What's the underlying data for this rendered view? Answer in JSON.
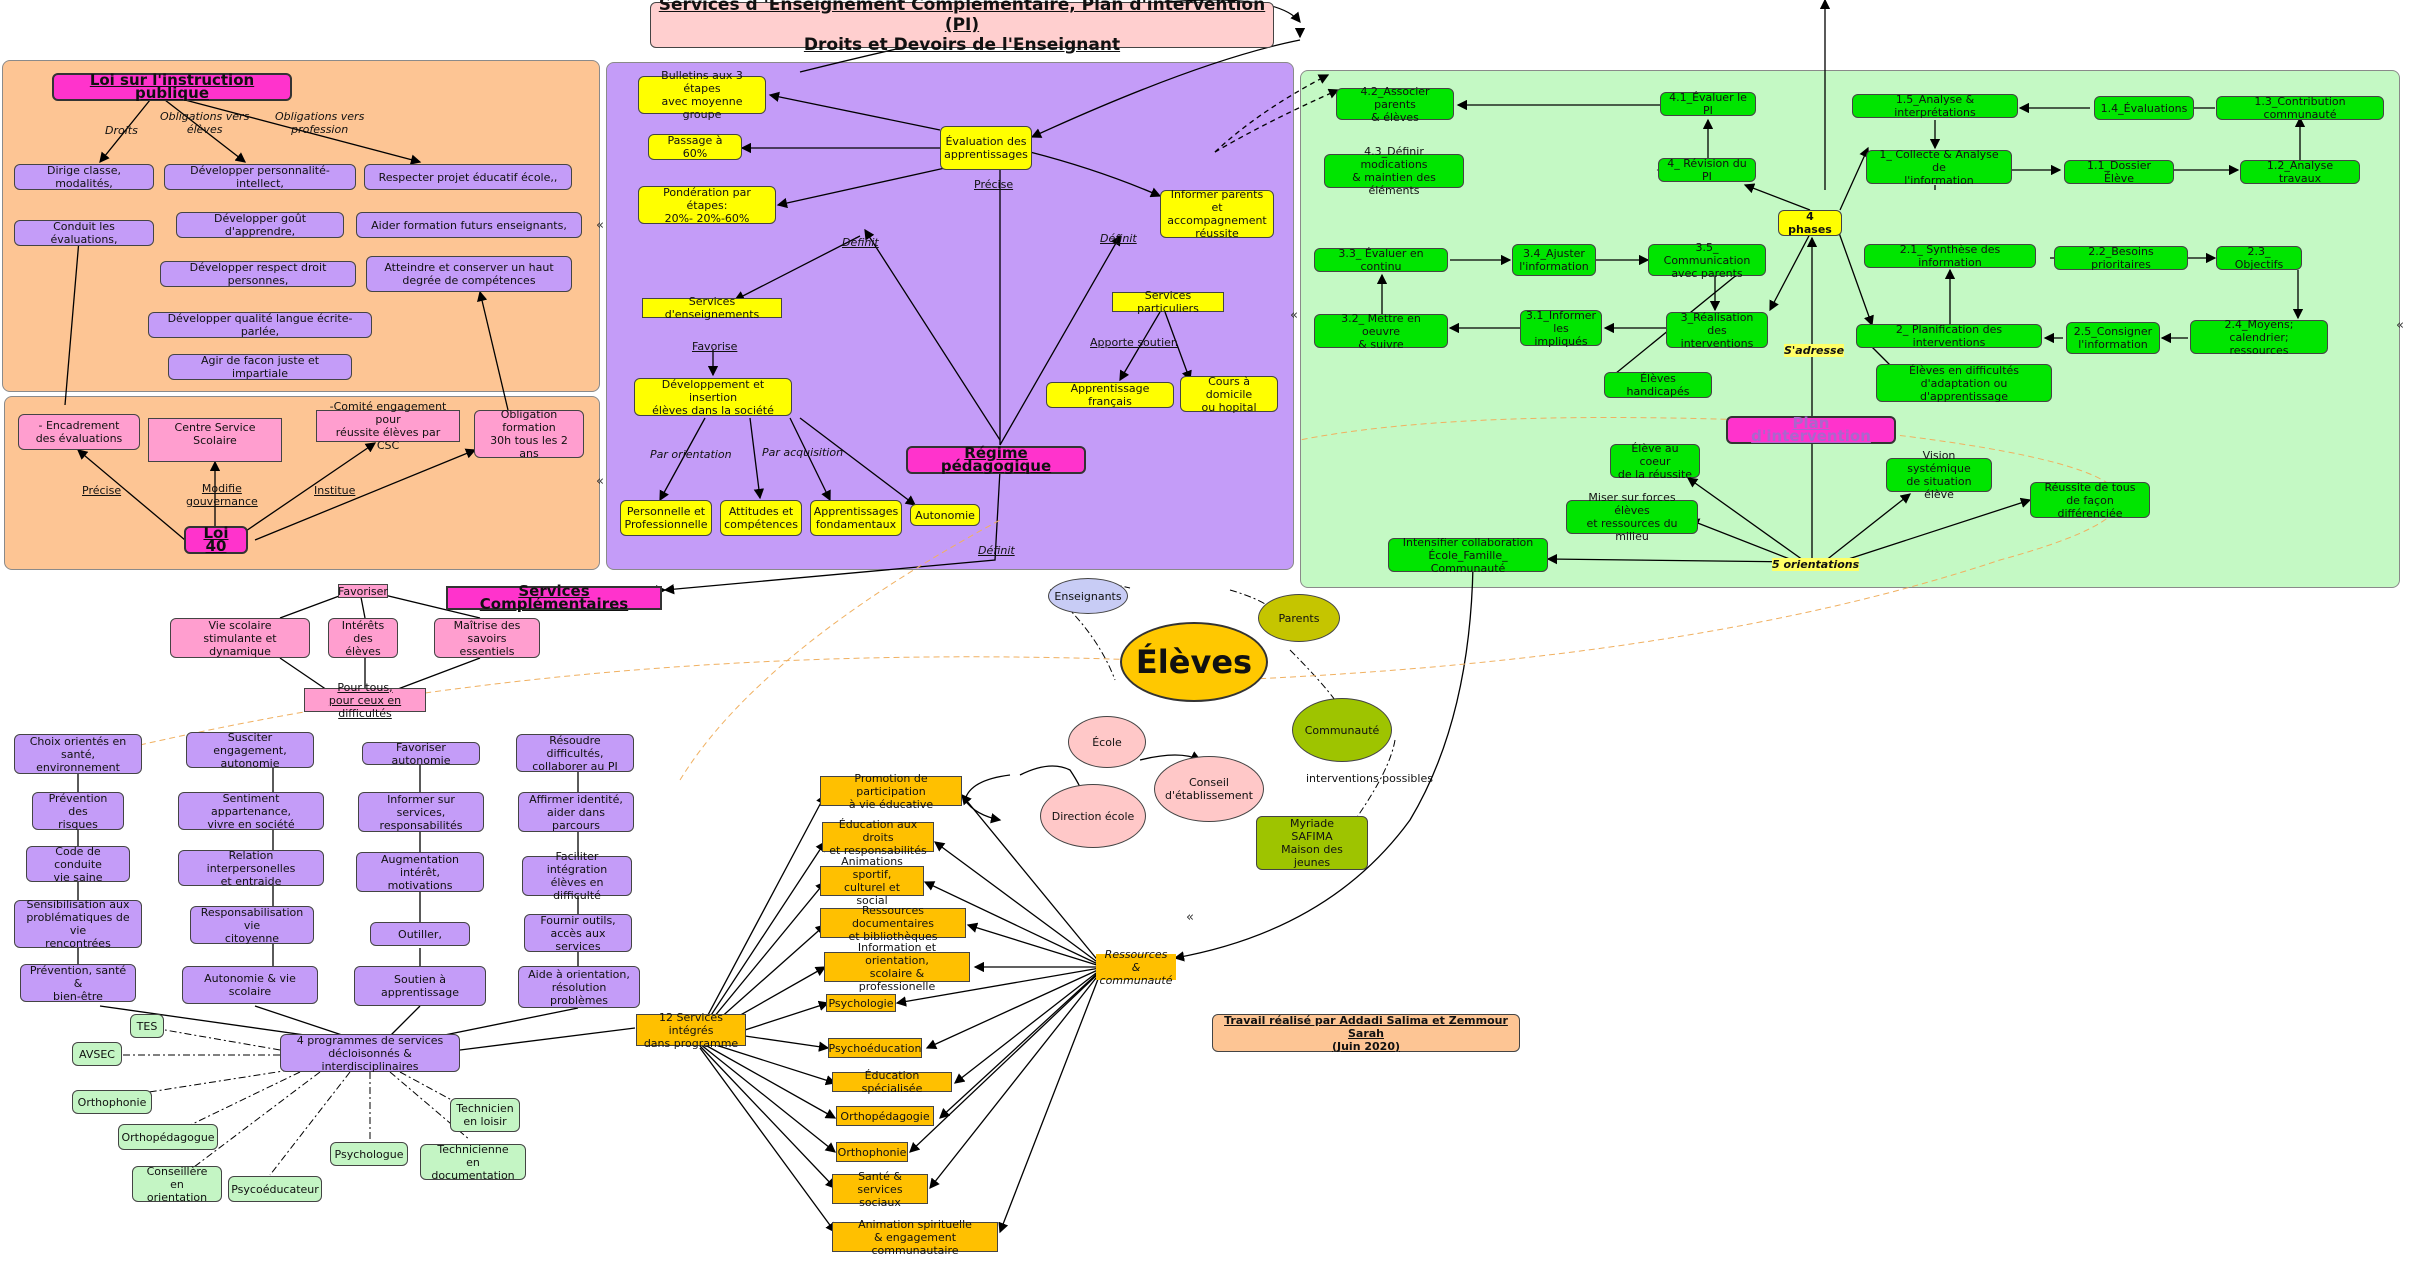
{
  "title": {
    "line1": "Services d 'Enseignement Complémentaire, Plan d'intervention (PI)",
    "line2": "Droits et Devoirs de l'Enseignant"
  },
  "loi_ip": {
    "heading": "Loi sur l'instruction publique",
    "edge_droits": "Droits",
    "edge_eleves": "Obligations vers\nélèves",
    "edge_profession": "Obligations vers\nprofession",
    "droits": [
      "Dirige classe, modalités,",
      "Conduit les évaluations,"
    ],
    "eleves": [
      "Développer personnalité- intellect,",
      "Développer goût d'apprendre,",
      "Développer respect droit personnes,",
      "Développer qualité langue écrite- parlée,",
      "Agir de facon juste et impartiale"
    ],
    "profession": [
      "Respecter projet éducatif école,,",
      "Aider formation futurs enseignants,",
      "Atteindre et conserver un haut\ndegrée de compétences"
    ]
  },
  "loi40": {
    "heading": "Loi 40",
    "edge_precise": "Précise",
    "edge_modifie": "Modifie\ngouvernance",
    "edge_institue": "Institue",
    "items": [
      "- Encadrement\ndes évaluations",
      "Centre Service Scolaire",
      "-Comité engagement pour\nréussite élèves par CSC",
      "Obligation\nformation\n30h tous les 2 ans"
    ]
  },
  "regime": {
    "heading": "Régime pédagogique",
    "eval": "Évaluation des\napprentissages",
    "bulletins": "Bulletins aux 3 étapes\navec moyenne groupe",
    "passage": "Passage à 60%",
    "ponderation": "Pondération par étapes:\n20%- 20%-60%",
    "informer": "Informer parents et\naccompagnement\nréussite",
    "precise": "Précise",
    "definit1": "Définit",
    "definit2": "Définit",
    "definit3": "Définit",
    "services_ens": "Services d'enseignements",
    "favorise": "Favorise",
    "developpement": "Développement et insertion\nélèves dans la société",
    "par_orientation": "Par orientation",
    "par_acquisition": "Par acquisition",
    "perso": "Personnelle et\nProfessionnelle",
    "attitudes": "Attitudes et\ncompétences",
    "apprentissages_fond": "Apprentissages\nfondamentaux",
    "autonomie": "Autonomie",
    "services_part": "Services particuliers",
    "apporte": "Apporte soutien",
    "app_francais": "Apprentissage français",
    "cours_domicile": "Cours à domicile\nou hopital"
  },
  "pi": {
    "heading": "Plan d'intervention",
    "phases": "4 phases",
    "sadresse": "S'adresse",
    "orientations": "5 orientations",
    "p1": "1_ Collecte & Analyse de\nl'information",
    "p11": "1.1_Dossier Élève",
    "p12": "1.2_Analyse travaux",
    "p13": "1.3_Contribution communauté",
    "p14": "1.4_Évaluations",
    "p15": "1.5_Analyse & interprétations",
    "p2": "2_ Planification des interventions",
    "p21": "2.1_ Synthèse des information",
    "p22": "2.2_Besoins prioritaires",
    "p23": "2.3_ Objectifs",
    "p24": "2.4_Moyens; calendrier;\nressources",
    "p25": "2.5_Consigner\nl'information",
    "p3": "3_Réalisation des\ninterventions",
    "p31": "3.1_Informer\nles impliqués",
    "p32": "3.2_ Mettre en oeuvre\n& suivre",
    "p33": "3.3_ Évaluer en continu",
    "p34": "3.4_Ajuster\nl'information",
    "p35": "3.5_ Communication\navec parents",
    "p4": "4_ Révision du PI",
    "p41": "4.1_Évaluer le PI",
    "p42": "4.2_Associer parents\n& élèves",
    "p43": "4.3_Définir modications\n& maintien des éléments",
    "handicapes": "Élèves handicapés",
    "difficultes": "Élèves en difficultés\nd'adaptation ou d'apprentissage",
    "o1": "Élève au coeur\nde la réussite",
    "o2": "Miser sur forces élèves\net ressources du milieu",
    "o3": "Intensifier collaboration\nÉcole_Famille_ Communauté",
    "o4": "Vision systémique\nde situation élève",
    "o5": "Réussite de tous\nde façon différenciée"
  },
  "center": {
    "eleves": "Élèves",
    "enseignants": "Enseignants",
    "parents": "Parents",
    "ecole": "École",
    "conseil": "Conseil\nd'établissement",
    "direction": "Direction école",
    "communaute": "Communauté",
    "interventions": "interventions possibles",
    "myriade": "Myriade\nSAFIMA\nMaison des jeunes"
  },
  "services_comp": {
    "heading": "Services Complémentaires",
    "favoriser": "Favoriser",
    "vie": "Vie scolaire\nstimulante et dynamique",
    "interets": "Intérêts\ndes élèves",
    "maitrise": "Maîtrise des\nsavoirs essentiels",
    "pour_tous": "Pour tous,\npour ceux en difficultés"
  },
  "columns": {
    "c1": [
      "Choix orientés en\nsanté, environnement",
      "Prévention des\nrisques",
      "Code de conduite\nvie saine",
      "Sensibilisation aux\nproblématiques de vie\nrencontrées",
      "Prévention, santé &\nbien-être"
    ],
    "c2": [
      "Susciter engagement,\nautonomie",
      "Sentiment appartenance,\nvivre en société",
      "Relation interpersonelles\net entraide",
      "Responsabilisation vie\ncitoyenne",
      "Autonomie & vie\nscolaire"
    ],
    "c3": [
      "Favoriser autonomie",
      "Informer sur services,\nresponsabilités",
      "Augmentation intérêt,\nmotivations",
      "Outiller,",
      "Soutien à\napprentissage"
    ],
    "c4": [
      "Résoudre difficultés,\ncollaborer au PI",
      "Affirmer identité,\naider dans parcours",
      "Faciliter intégration\nélèves en difficulté",
      "Fournir outils,\naccès aux services",
      "Aide à orientation,\nrésolution problèmes"
    ]
  },
  "programmes": {
    "four": "4 programmes de services\ndécloisonnés & interdisciplinaires",
    "twelve": "12 Services intégrés\ndans programme",
    "ressources": "Ressources\n& communauté",
    "pros": [
      "TES",
      "AVSEC",
      "Orthophonie",
      "Orthopédagogue",
      "Conseillère\nen orientation",
      "Psycoéducateur",
      "Psychologue",
      "Technicienne\nen documentation",
      "Technicien\nen loisir"
    ],
    "services": [
      "Promotion de participation\nà vie éducative",
      "Éducation aux droits\net responsabilités",
      "Animations sportif,\nculturel et social",
      "Ressources documentaires\net bibliothèques",
      "Information et orientation,\nscolaire & professionelle",
      "Psychologie",
      "Psychoéducation",
      "Éducation spécialisée",
      "Orthopédagogie",
      "Orthophonie",
      "Santé & services\nsociaux",
      "Animation spirituelle\n& engagement communautaire"
    ]
  },
  "credit": "Travail réalisé par Addadi Salima et Zemmour Sarah\n(Juin 2020)",
  "colors": {
    "orange_panel": "#fdc594",
    "purple_panel": "#c49cf8",
    "green_panel": "#c4f9c4",
    "node_purple": "#c49cf8",
    "node_yellow": "#ffff00",
    "node_green": "#00e500",
    "node_pink": "#ff9ecf",
    "node_orange": "#ffc000",
    "heading_magenta": "#ff33cc"
  }
}
